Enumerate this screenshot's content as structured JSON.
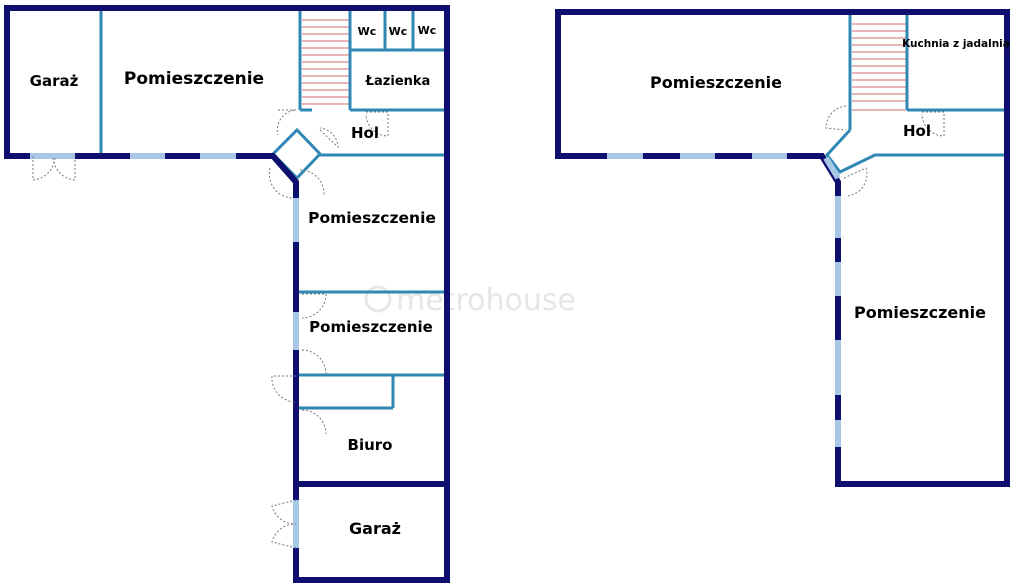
{
  "colors": {
    "outer_wall": "#0e0f6e",
    "inner_wall": "#2f87b4",
    "window": "#a9c8e8",
    "door_arc": "#777777",
    "stairs": "#c43a3a",
    "label": "#000000",
    "watermark": "#e6e6e6"
  },
  "plan_left": {
    "rooms": {
      "garaz_top": "Garaż",
      "pomieszczenie_top": "Pomieszczenie",
      "wc_1": "Wc",
      "wc_2": "Wc",
      "wc_3": "Wc",
      "lazienka": "Łazienka",
      "hol": "Hol",
      "pomieszczenie_mid": "Pomieszczenie",
      "pomieszczenie_low": "Pomieszczenie",
      "biuro": "Biuro",
      "garaz_bottom": "Garaż"
    }
  },
  "plan_right": {
    "rooms": {
      "pomieszczenie_top": "Pomieszczenie",
      "kuchnia": "Kuchnia z jadalnią",
      "hol": "Hol",
      "pomieszczenie_big": "Pomieszczenie"
    }
  },
  "watermark": {
    "brand": "metrohouse"
  }
}
